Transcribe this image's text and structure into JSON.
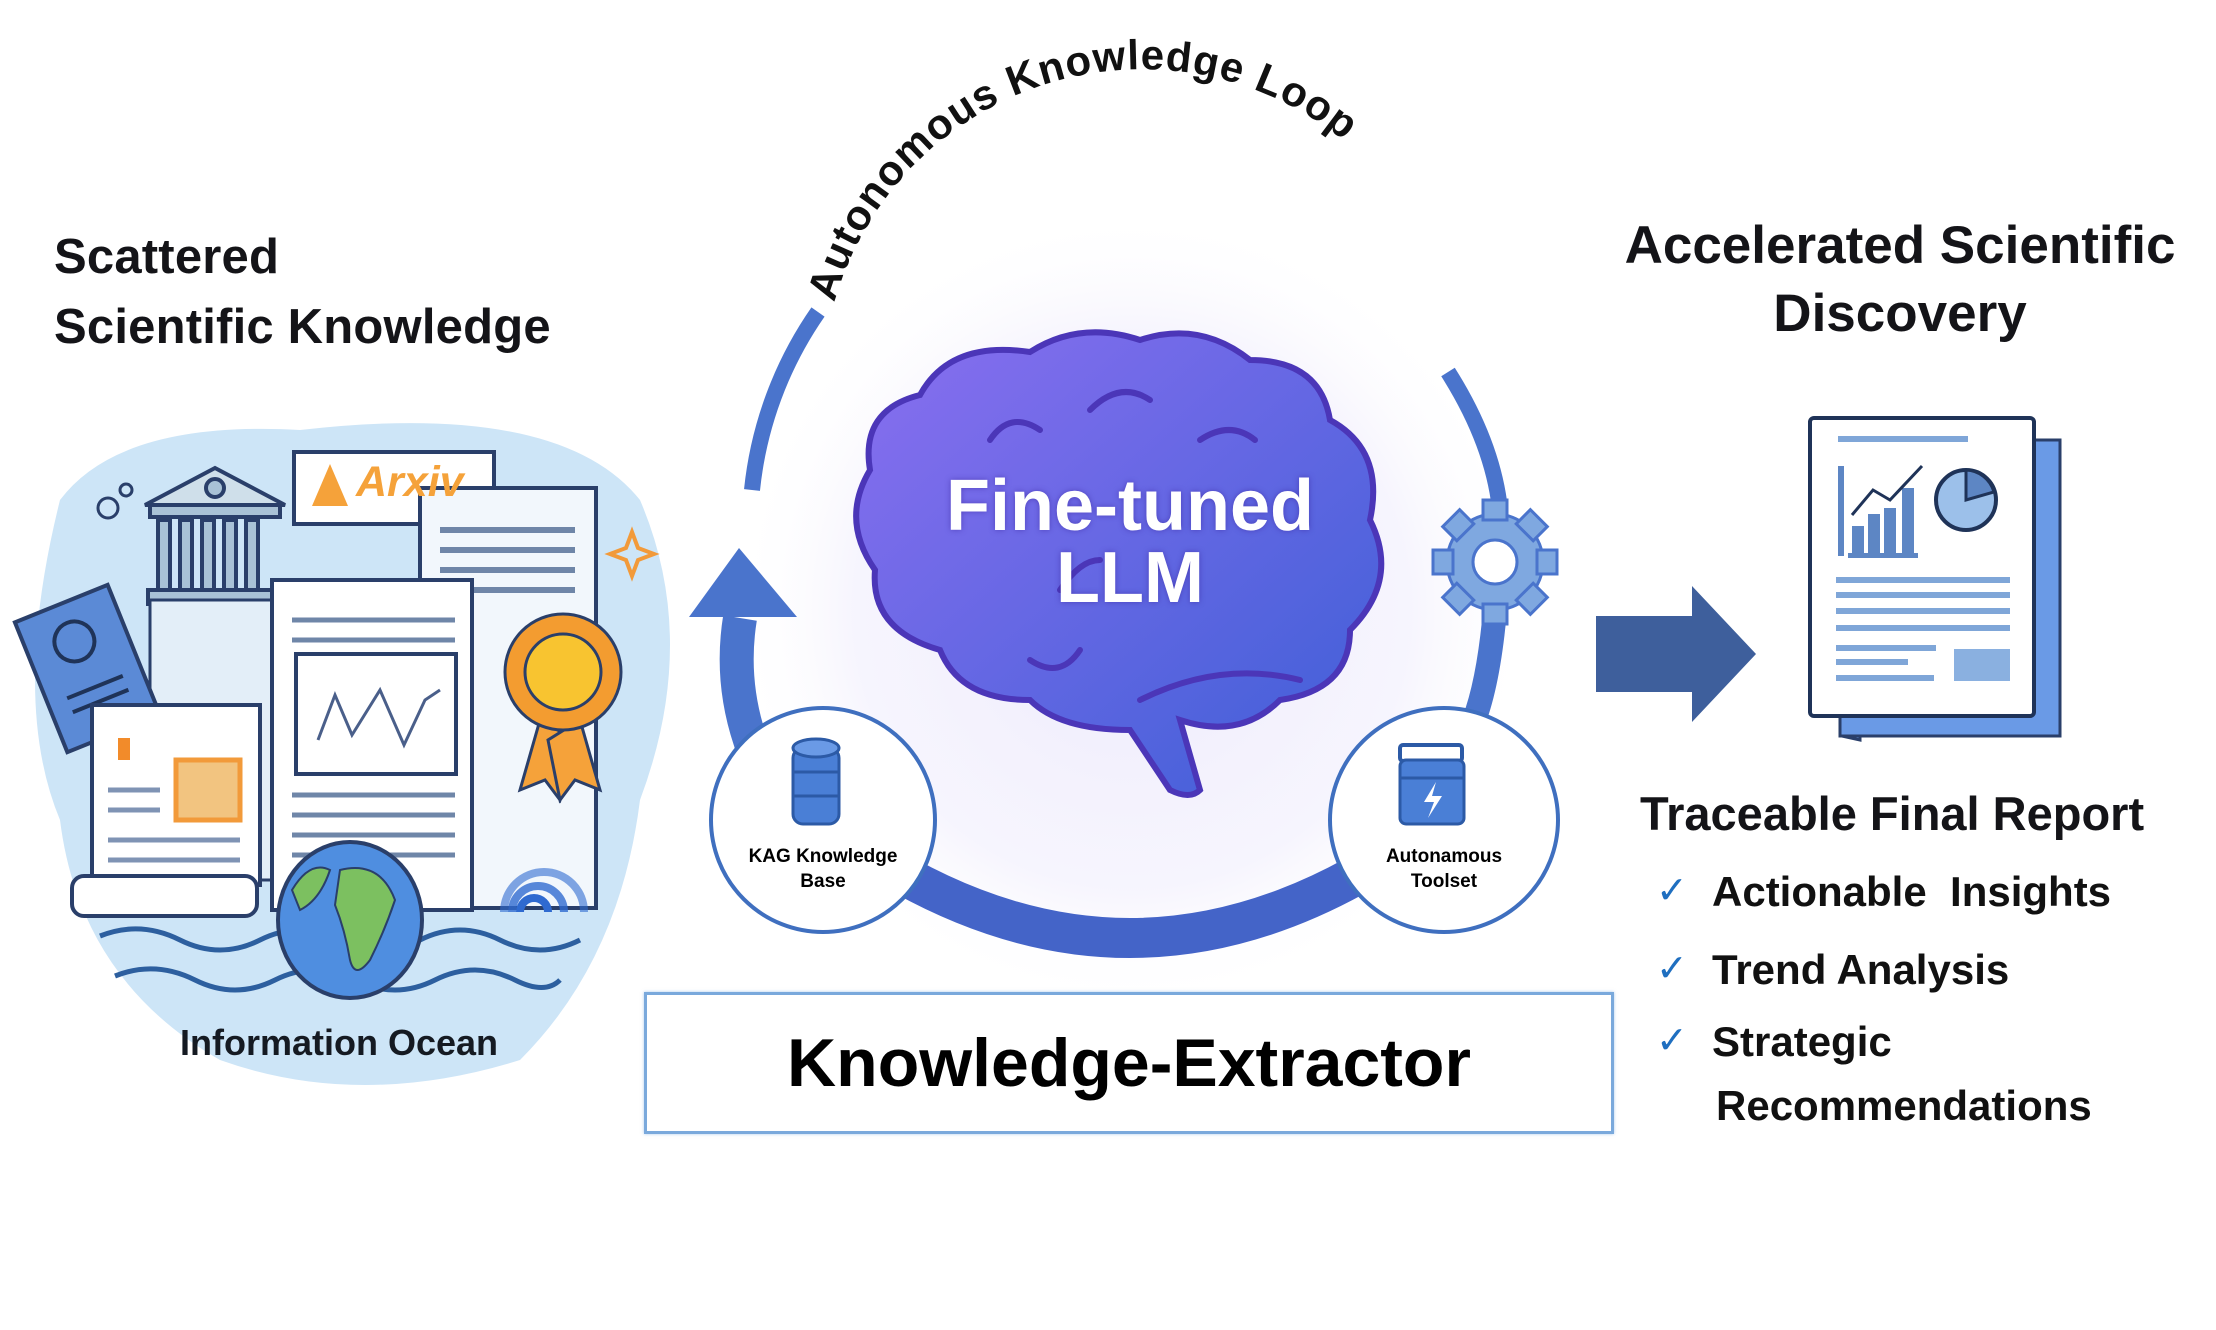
{
  "left_panel": {
    "title_line1": "Scattered",
    "title_line2": "Scientific Knowledge",
    "arxiv_logo_text": "Arxiv",
    "ocean_label": "Information Ocean",
    "icons": [
      "institution-icon",
      "arxiv-logo-icon",
      "document-icon",
      "chart-document-icon",
      "award-ribbon-icon",
      "globe-icon",
      "wave-icon",
      "sparkle-icon",
      "wifi-signal-icon",
      "badge-card-icon"
    ]
  },
  "center_panel": {
    "loop_title": "Autonomous Knowledge Loop",
    "llm_line1": "Fine-tuned",
    "llm_line2": "LLM",
    "left_node_line1": "KAG Knowledge",
    "left_node_line2": "Base",
    "right_node_line1": "Autonamous",
    "right_node_line2": "Toolset",
    "extractor_label": "Knowledge-Extractor"
  },
  "right_panel": {
    "title_line1": "Accelerated Scientific",
    "title_line2": "Discovery",
    "report_title": "Traceable Final Report",
    "check_symbol": "✓",
    "items": [
      {
        "label": "Actionable  Insights"
      },
      {
        "label": "Trend Analysis"
      },
      {
        "label": "Strategic"
      },
      {
        "label": "Recommendations"
      }
    ]
  },
  "colors": {
    "loop_blue": "#4a74cc",
    "brain_purple": "#7b5fe6",
    "arxiv_orange": "#f5a23a",
    "check_blue": "#1f6fc0",
    "arrow_blue": "#3e5f9c"
  }
}
